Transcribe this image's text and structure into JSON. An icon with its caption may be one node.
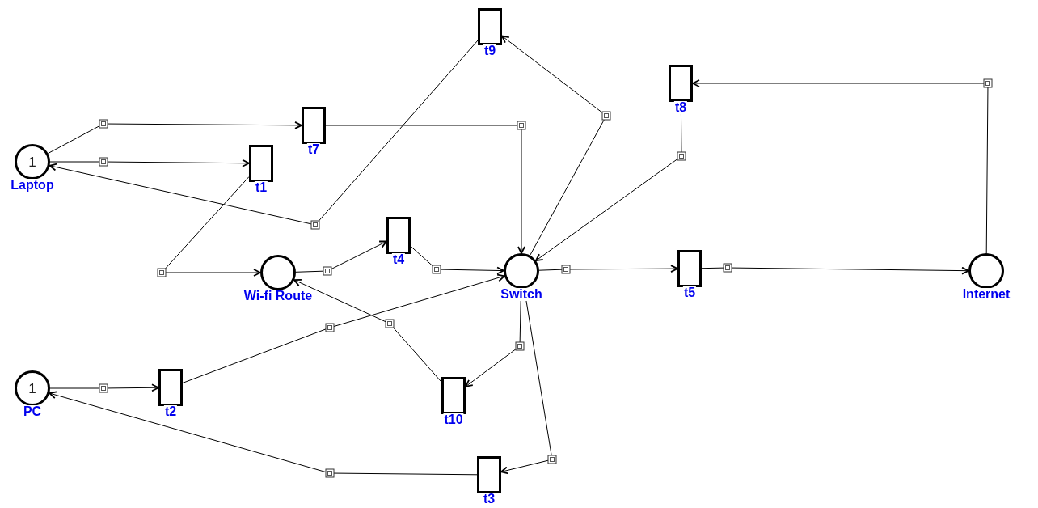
{
  "diagram": {
    "nodes": [
      {
        "text": [
          "t9"
        ]
      },
      {
        "text": [
          "t8"
        ]
      },
      {
        "text": [
          "t7"
        ]
      },
      {
        "text": [
          "1",
          "Laptop"
        ]
      },
      {
        "text": [
          "t1"
        ]
      },
      {
        "text": [
          "Wi-fi Route"
        ]
      },
      {
        "text": [
          "t4"
        ]
      },
      {
        "text": [
          "Switch"
        ]
      },
      {
        "text": [
          "t5"
        ]
      },
      {
        "text": [
          "Internet"
        ]
      },
      {
        "text": [
          "1",
          "PC"
        ]
      },
      {
        "text": [
          "t2"
        ]
      },
      {
        "text": [
          "t10"
        ]
      },
      {
        "text": [
          "t3"
        ]
      }
    ],
    "edges": [
      {
        "from": 3,
        "to": 2,
        "arrow": "to"
      },
      {
        "from": 3,
        "to": 4,
        "arrow": "to"
      },
      {
        "from": 0,
        "to": 3,
        "arrow": "to"
      },
      {
        "from": 4,
        "to": 5,
        "arrow": "to"
      },
      {
        "from": 5,
        "to": 6,
        "arrow": "to"
      },
      {
        "from": 6,
        "to": 7,
        "arrow": "to"
      },
      {
        "from": 2,
        "to": 7,
        "arrow": "to"
      },
      {
        "from": 7,
        "to": 0,
        "arrow": "to"
      },
      {
        "from": 1,
        "to": 7,
        "arrow": "to"
      },
      {
        "from": 7,
        "to": 8,
        "arrow": "to"
      },
      {
        "from": 8,
        "to": 9,
        "arrow": "to"
      },
      {
        "from": 9,
        "to": 1,
        "arrow": "to"
      },
      {
        "from": 10,
        "to": 11,
        "arrow": "to"
      },
      {
        "from": 11,
        "to": 7,
        "arrow": "to"
      },
      {
        "from": 12,
        "to": 5,
        "arrow": "to"
      },
      {
        "from": 7,
        "to": 12,
        "arrow": "to"
      },
      {
        "from": 7,
        "to": 13,
        "arrow": "to"
      },
      {
        "from": 13,
        "to": 10,
        "arrow": "to"
      }
    ]
  }
}
